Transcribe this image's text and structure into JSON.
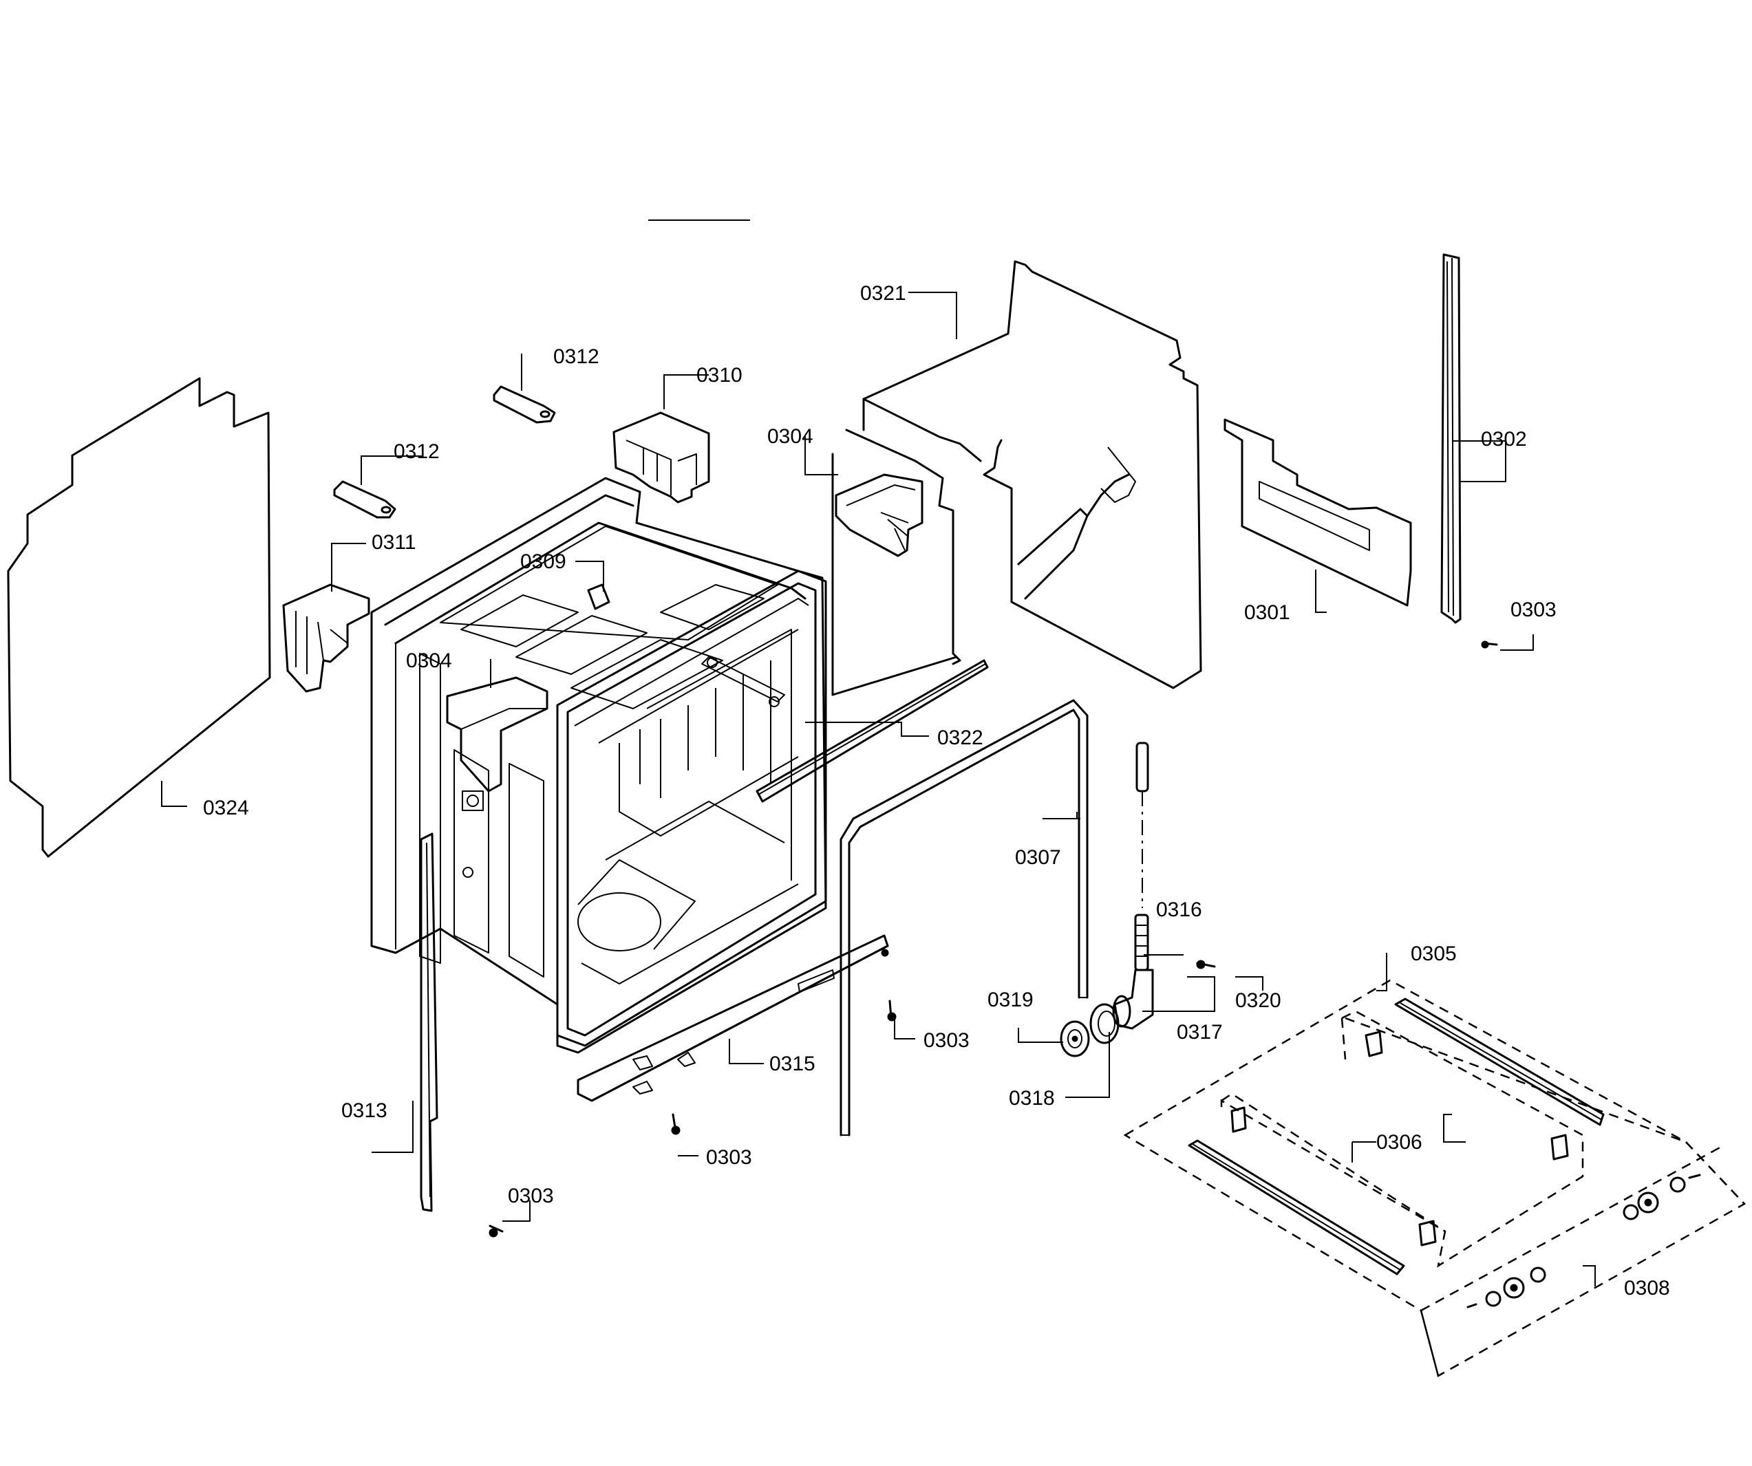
{
  "labels": {
    "p0301": "0301",
    "p0302": "0302",
    "p0303a": "0303",
    "p0303b": "0303",
    "p0303c": "0303",
    "p0303d": "0303",
    "p0304a": "0304",
    "p0304b": "0304",
    "p0305": "0305",
    "p0306": "0306",
    "p0307": "0307",
    "p0308": "0308",
    "p0309": "0309",
    "p0310": "0310",
    "p0311": "0311",
    "p0312a": "0312",
    "p0312b": "0312",
    "p0313": "0313",
    "p0315": "0315",
    "p0316": "0316",
    "p0317": "0317",
    "p0318": "0318",
    "p0319": "0319",
    "p0320": "0320",
    "p0321": "0321",
    "p0322": "0322",
    "p0324": "0324"
  }
}
